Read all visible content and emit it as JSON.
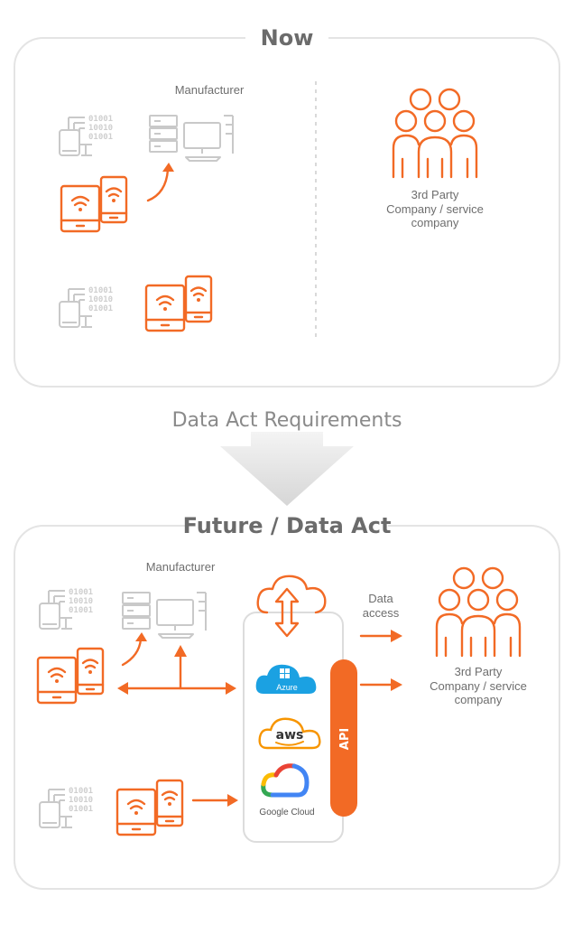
{
  "now_panel": {
    "title": "Now",
    "manufacturer_label": "Manufacturer",
    "third_party_label": [
      "3rd Party",
      "Company / service",
      "company"
    ]
  },
  "transition": {
    "label": "Data Act Requirements"
  },
  "future_panel": {
    "title": "Future / Data Act",
    "manufacturer_label": "Manufacturer",
    "data_access_label": [
      "Data",
      "access"
    ],
    "third_party_label": [
      "3rd Party",
      "Company / service",
      "company"
    ],
    "api_label": "API",
    "cloud_providers": [
      {
        "name": "Azure",
        "label": "Azure",
        "color": "#1ba1e2"
      },
      {
        "name": "AWS",
        "label": "aws",
        "color": "#f79500"
      },
      {
        "name": "Google Cloud",
        "label": "Google Cloud",
        "color": "#555555"
      }
    ]
  },
  "binary_text": [
    "01001",
    "10010",
    "01001"
  ],
  "colors": {
    "accent": "#f26a25",
    "gray_device": "#c9c9c9",
    "panel_border": "#e4e4e4",
    "arrow_gray": "#e6e6e6"
  }
}
